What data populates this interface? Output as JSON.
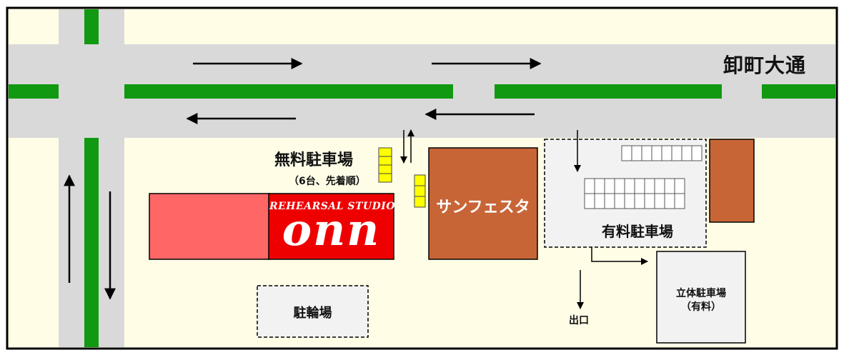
{
  "map": {
    "road_name": "卸町大通",
    "free_parking": "無料駐車場",
    "free_parking_note": "（6台、先着順）",
    "studio_subtitle": "REHEARSAL STUDIO",
    "studio_name": "onn",
    "building_name": "サンフェスタ",
    "paid_parking": "有料駐車場",
    "bike_parking": "駐輪場",
    "exit_label": "出口",
    "tower_parking": "立体駐車場",
    "tower_parking_note": "（有料）"
  },
  "colors": {
    "background": "#fffde6",
    "road": "#d9d9d9",
    "median": "#119911",
    "building": "#c86537",
    "studio_red": "#ee0000",
    "studio_pink": "#ff6666",
    "free_parking_slot": "#ffff00",
    "parking_lot": "#f2f2f2",
    "frame": "#000000"
  },
  "icons": [
    "arrow-east-icon",
    "arrow-west-icon",
    "arrow-north-icon",
    "arrow-south-icon",
    "arrow-in-out-icon"
  ]
}
